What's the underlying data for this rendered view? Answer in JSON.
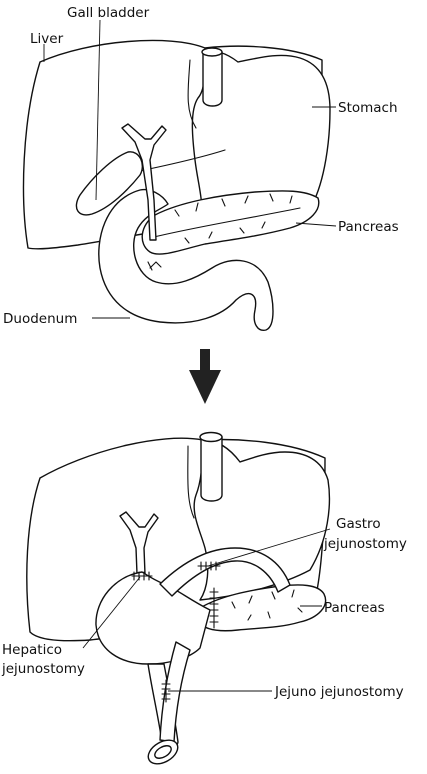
{
  "before": {
    "labels": {
      "gall_bladder": "Gall bladder",
      "liver": "Liver",
      "stomach": "Stomach",
      "pancreas": "Pancreas",
      "duodenum": "Duodenum"
    }
  },
  "arrow": {
    "color": "#222222"
  },
  "after": {
    "labels": {
      "gastro_line1": "Gastro",
      "gastro_line2": "jejunostomy",
      "pancreas": "Pancreas",
      "hepatico_line1": "Hepatico",
      "hepatico_line2": "jejunostomy",
      "jejuno": "Jejuno jejunostomy"
    }
  },
  "colors": {
    "line": "#111111",
    "background": "#ffffff"
  }
}
